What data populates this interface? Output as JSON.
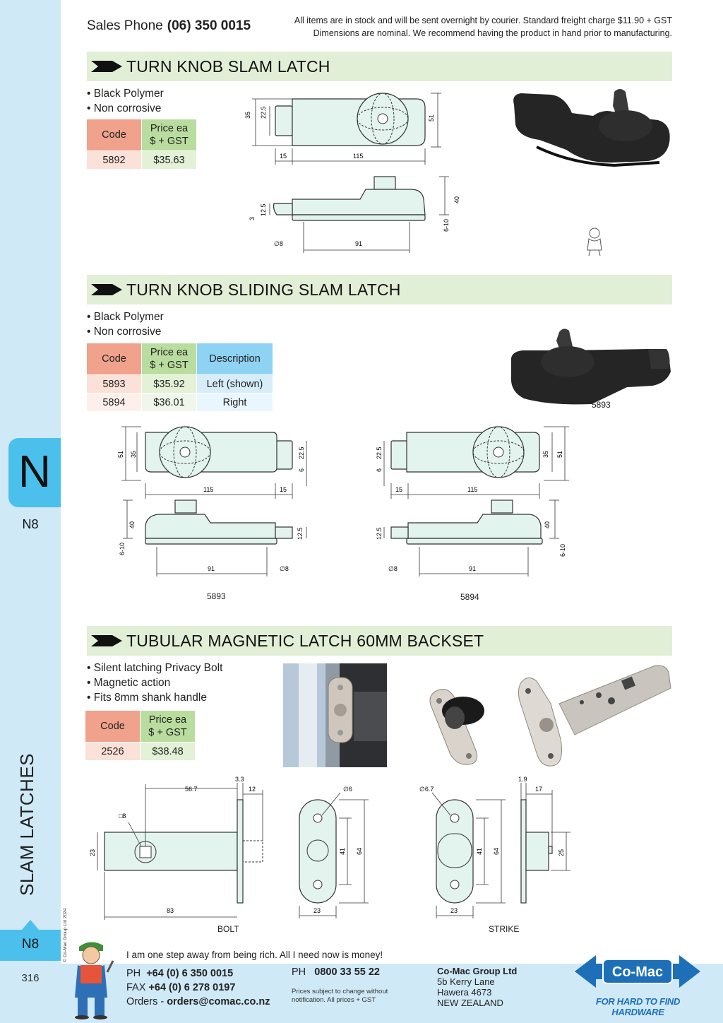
{
  "header": {
    "sales_label": "Sales Phone",
    "sales_phone": "(06) 350 0015",
    "notice_line1": "All items are in stock and will be sent overnight by courier. Standard freight charge $11.90 + GST",
    "notice_line2": "Dimensions are nominal. We recommend having the product in hand prior to manufacturing."
  },
  "rail": {
    "letter": "N",
    "sub": "N8",
    "vertical": "SLAM LATCHES",
    "badge": "N8",
    "page": "316",
    "copyright": "© Co-Mac Group Ltd 2024"
  },
  "sections": [
    {
      "title": "TURN KNOB SLAM LATCH",
      "bullets": [
        "• Black Polymer",
        "• Non corrosive"
      ],
      "headers": {
        "code": "Code",
        "price_1": "Price ea",
        "price_2": "$ + GST"
      },
      "rows": [
        {
          "code": "5892",
          "price": "$35.63"
        }
      ]
    },
    {
      "title": "TURN KNOB SLIDING SLAM LATCH",
      "bullets": [
        "• Black Polymer",
        "• Non corrosive"
      ],
      "headers": {
        "code": "Code",
        "price_1": "Price ea",
        "price_2": "$ + GST",
        "desc": "Description"
      },
      "rows": [
        {
          "code": "5893",
          "price": "$35.92",
          "desc": "Left (shown)"
        },
        {
          "code": "5894",
          "price": "$36.01",
          "desc": "Right"
        }
      ],
      "photo_caption": "5893",
      "drawing_captions": [
        "5893",
        "5894"
      ]
    },
    {
      "title": "TUBULAR MAGNETIC LATCH 60MM BACKSET",
      "bullets": [
        "• Silent latching Privacy Bolt",
        "• Magnetic action",
        "• Fits 8mm shank handle"
      ],
      "headers": {
        "code": "Code",
        "price_1": "Price ea",
        "price_2": "$ + GST"
      },
      "rows": [
        {
          "code": "2526",
          "price": "$38.48"
        }
      ],
      "drawing_captions": [
        "BOLT",
        "STRIKE"
      ]
    }
  ],
  "dims": {
    "s1_top": [
      "35",
      "22.5",
      "51",
      "15",
      "115"
    ],
    "s1_side": [
      "40",
      "12.5",
      "3",
      "6-10",
      "∅8",
      "91"
    ],
    "s2_left_top": [
      "51",
      "35",
      "22.5",
      "6",
      "115",
      "15"
    ],
    "s2_left_side": [
      "40",
      "6-10",
      "12.5",
      "91",
      "∅8"
    ],
    "s2_right_top": [
      "22.5",
      "6",
      "35",
      "51",
      "15",
      "115"
    ],
    "s2_right_side": [
      "12.5",
      "40",
      "6-10",
      "∅8",
      "91"
    ],
    "bolt": [
      "56.7",
      "3.3",
      "12",
      "□8",
      "23",
      "83"
    ],
    "plate1": [
      "∅6",
      "41",
      "64",
      "23"
    ],
    "plate2": [
      "∅6.7",
      "41",
      "64",
      "23"
    ],
    "strike": [
      "1.9",
      "17",
      "25"
    ]
  },
  "footer": {
    "quote": "I am one step away from being rich. All I need now is money!",
    "ph_label": "PH",
    "ph": "+64 (0) 6 350 0015",
    "fax_label": "FAX",
    "fax": "+64 (0) 6 278 0197",
    "orders_label": "Orders -",
    "orders": "orders@comac.co.nz",
    "ph2_label": "PH",
    "ph2": "0800 33 55 22",
    "small_1": "Prices subject to change without",
    "small_2": "notification. All prices + GST",
    "company": "Co-Mac Group Ltd",
    "addr1": "5b Kerry Lane",
    "addr2": "Hawera 4673",
    "addr3": "NEW ZEALAND",
    "logo": "Co-Mac",
    "tagline": "FOR HARD TO FIND HARDWARE"
  },
  "colors": {
    "rail": "#cfe9f7",
    "tab": "#4cc0ec",
    "section_bar": "#e0efd6",
    "code_head": "#f0a28c",
    "price_head": "#b9dd9e",
    "desc_head": "#8fd3f4",
    "drawing_fill": "#e3f3ee",
    "logo": "#1d6fb8"
  }
}
